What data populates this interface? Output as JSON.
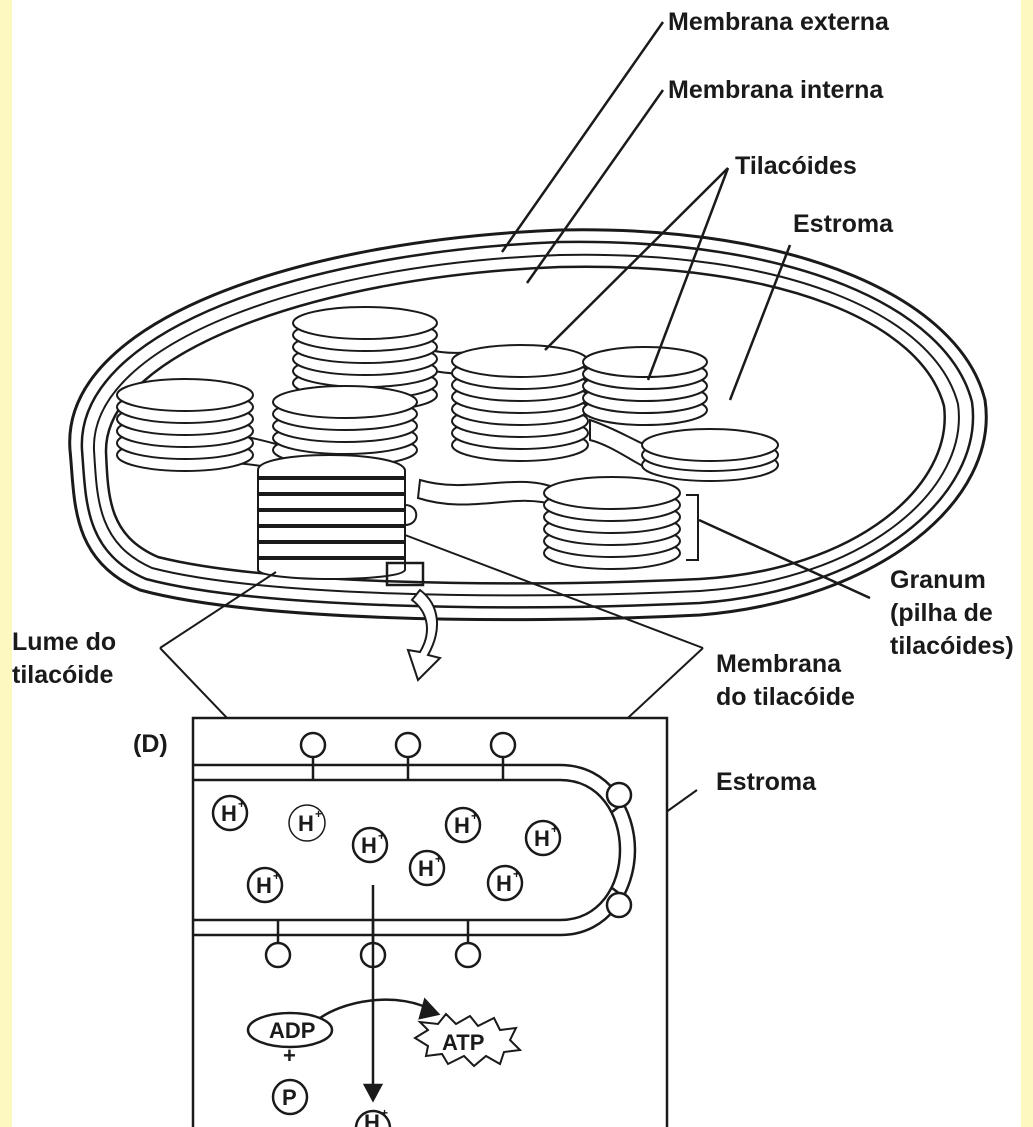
{
  "labels": {
    "outer_membrane": "Membrana externa",
    "inner_membrane": "Membrana interna",
    "thylakoids": "Tilacóides",
    "stroma_top": "Estroma",
    "granum_line1": "Granum",
    "granum_line2": "(pilha de",
    "granum_line3": "tilacóides)",
    "lumen_line1": "Lume do",
    "lumen_line2": "tilacóide",
    "membrane_line1": "Membrana",
    "membrane_line2": "do tilacóide",
    "stroma_bottom": "Estroma",
    "panel_letter": "(D)"
  },
  "ions": {
    "proton": "H",
    "proton_charge": "+",
    "adp": "ADP",
    "plus": "+",
    "phosphate": "P",
    "atp": "ATP"
  },
  "colors": {
    "page_border": "#fdf8bf",
    "background": "#ffffff",
    "ink": "#1a1a1a"
  }
}
